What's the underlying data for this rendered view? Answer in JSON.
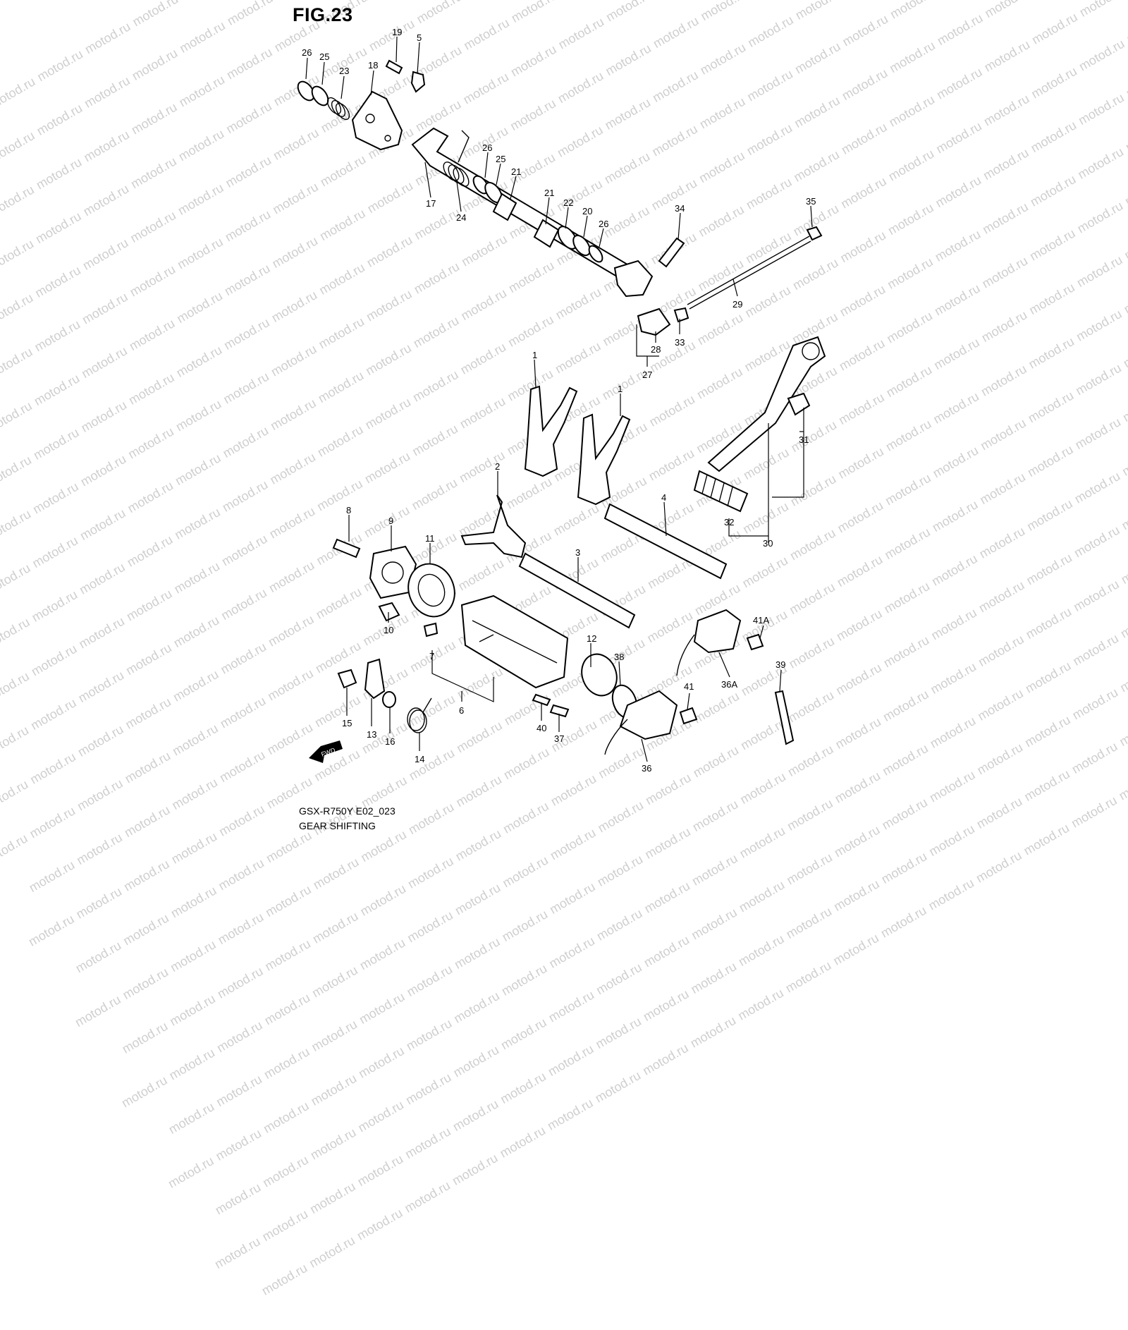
{
  "figure": {
    "title": "FIG.23",
    "code": "GSX-R750Y E02_023",
    "name": "GEAR SHIFTING",
    "watermark": "motod.ru",
    "fwd_label": "FWD"
  },
  "callouts": [
    {
      "id": "c-26a",
      "label": "26"
    },
    {
      "id": "c-25a",
      "label": "25"
    },
    {
      "id": "c-23",
      "label": "23"
    },
    {
      "id": "c-18",
      "label": "18"
    },
    {
      "id": "c-19",
      "label": "19"
    },
    {
      "id": "c-5",
      "label": "5"
    },
    {
      "id": "c-17",
      "label": "17"
    },
    {
      "id": "c-24",
      "label": "24"
    },
    {
      "id": "c-26b",
      "label": "26"
    },
    {
      "id": "c-25b",
      "label": "25"
    },
    {
      "id": "c-21a",
      "label": "21"
    },
    {
      "id": "c-21b",
      "label": "21"
    },
    {
      "id": "c-22",
      "label": "22"
    },
    {
      "id": "c-20",
      "label": "20"
    },
    {
      "id": "c-26c",
      "label": "26"
    },
    {
      "id": "c-34",
      "label": "34"
    },
    {
      "id": "c-35",
      "label": "35"
    },
    {
      "id": "c-29",
      "label": "29"
    },
    {
      "id": "c-33",
      "label": "33"
    },
    {
      "id": "c-28",
      "label": "28"
    },
    {
      "id": "c-27",
      "label": "27"
    },
    {
      "id": "c-1a",
      "label": "1"
    },
    {
      "id": "c-1b",
      "label": "1"
    },
    {
      "id": "c-31",
      "label": "31"
    },
    {
      "id": "c-2",
      "label": "2"
    },
    {
      "id": "c-4",
      "label": "4"
    },
    {
      "id": "c-32",
      "label": "32"
    },
    {
      "id": "c-30",
      "label": "30"
    },
    {
      "id": "c-8",
      "label": "8"
    },
    {
      "id": "c-9",
      "label": "9"
    },
    {
      "id": "c-11",
      "label": "11"
    },
    {
      "id": "c-3",
      "label": "3"
    },
    {
      "id": "c-10",
      "label": "10"
    },
    {
      "id": "c-7",
      "label": "7"
    },
    {
      "id": "c-12",
      "label": "12"
    },
    {
      "id": "c-38",
      "label": "38"
    },
    {
      "id": "c-41A",
      "label": "41A"
    },
    {
      "id": "c-39",
      "label": "39"
    },
    {
      "id": "c-36A",
      "label": "36A"
    },
    {
      "id": "c-41",
      "label": "41"
    },
    {
      "id": "c-6",
      "label": "6"
    },
    {
      "id": "c-15",
      "label": "15"
    },
    {
      "id": "c-13",
      "label": "13"
    },
    {
      "id": "c-16",
      "label": "16"
    },
    {
      "id": "c-14",
      "label": "14"
    },
    {
      "id": "c-40",
      "label": "40"
    },
    {
      "id": "c-37",
      "label": "37"
    },
    {
      "id": "c-36",
      "label": "36"
    }
  ]
}
